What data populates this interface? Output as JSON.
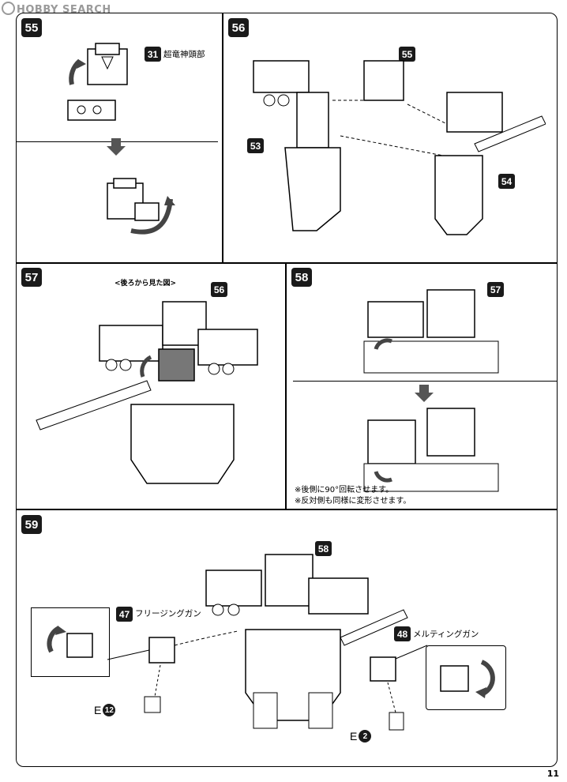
{
  "watermark": "HOBBY SEARCH",
  "page_number": "11",
  "steps": {
    "s55": {
      "number": "55",
      "part_ref": "31",
      "part_label": "超竜神頭部"
    },
    "s56": {
      "number": "56",
      "refs": [
        "55",
        "53",
        "54"
      ]
    },
    "s57": {
      "number": "57",
      "caption": "<後ろから見た図>",
      "ref": "56"
    },
    "s58": {
      "number": "58",
      "ref": "57",
      "notes": [
        "※後側に90°回転させます。",
        "※反対側も同様に変形させます。"
      ]
    },
    "s59": {
      "number": "59",
      "ref": "58",
      "left_part": {
        "ref": "47",
        "label": "フリージングガン",
        "e_letter": "E",
        "e_num": "12"
      },
      "right_part": {
        "ref": "48",
        "label": "メルティングガン",
        "e_letter": "E",
        "e_num": "2"
      }
    }
  },
  "icons": [
    "rotate-arrow-icon",
    "down-arrow-icon"
  ]
}
